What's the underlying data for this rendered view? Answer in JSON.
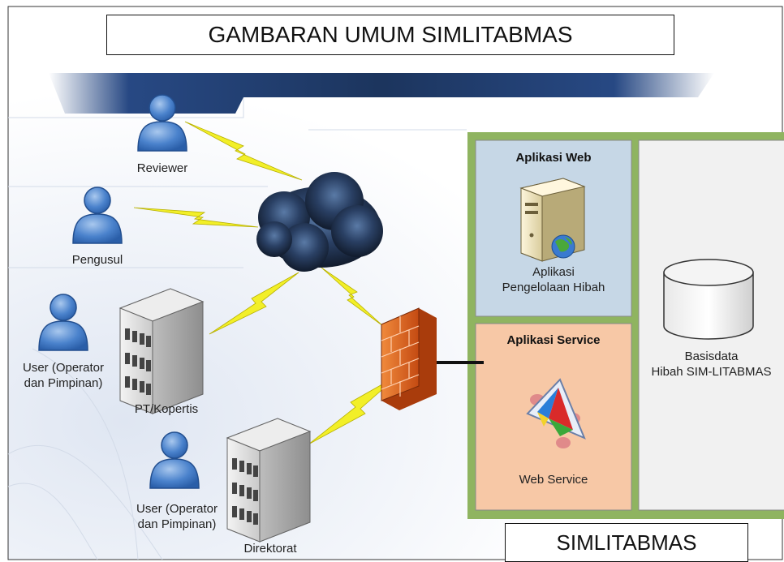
{
  "title": "GAMBARAN UMUM SIMLITABMAS",
  "footer_label": "SIMLITABMAS",
  "actors": {
    "reviewer": "Reviewer",
    "pengusul": "Pengusul",
    "user_pt": [
      "User (Operator",
      "dan Pimpinan)"
    ],
    "pt": "PT/Kopertis",
    "user_dir": [
      "User (Operator",
      "dan Pimpinan)"
    ],
    "direktorat": "Direktorat"
  },
  "system": {
    "web_panel": {
      "title": "Aplikasi Web",
      "caption": [
        "Aplikasi",
        "Pengelolaan Hibah"
      ]
    },
    "service_panel": {
      "title": "Aplikasi Service",
      "caption": "Web Service"
    },
    "database": {
      "caption": [
        "Basisdata",
        "Hibah SIM-LITABMAS"
      ]
    }
  },
  "colors": {
    "system_border": "#8fb460",
    "web_panel_fill": "#c6d7e6",
    "service_panel_fill": "#f7c8a6",
    "database_panel_fill": "#f1f1f1",
    "person": "#3f78c4",
    "lightning": "#f2ef28",
    "firewall": "#e8621e",
    "cloud": "#23344f",
    "banner": "#1c3f7d"
  }
}
